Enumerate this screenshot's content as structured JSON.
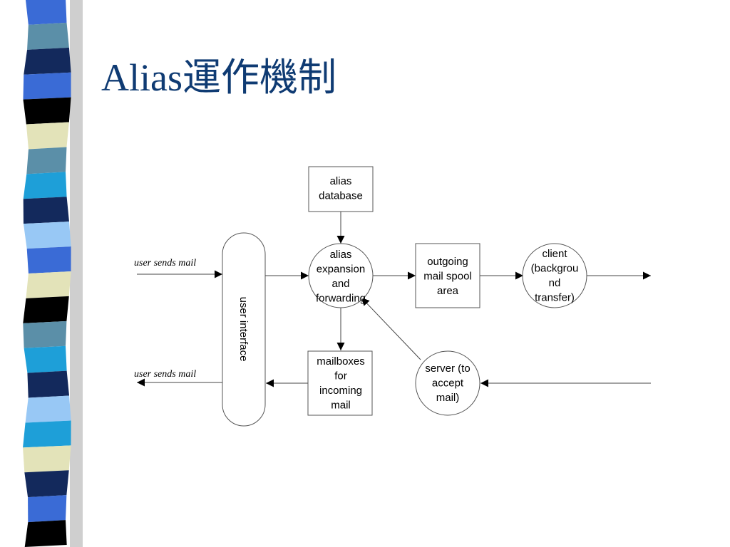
{
  "slide": {
    "title": "Alias運作機制"
  },
  "sidebar": {
    "stripe_colors": [
      "#3a6bd6",
      "#5b8fa8",
      "#13295c",
      "#3a6bd6",
      "#000000",
      "#e3e3b9",
      "#5b8fa8",
      "#1e9fd8",
      "#13295c",
      "#98c8f5",
      "#3a6bd6",
      "#e3e3b9",
      "#000000",
      "#5b8fa8",
      "#1e9fd8",
      "#13295c",
      "#98c8f5",
      "#1e9fd8",
      "#e3e3b9",
      "#13295c",
      "#3a6bd6",
      "#000000"
    ],
    "shadow_color": "#a8a8a8"
  },
  "diagram": {
    "nodes": {
      "alias_database": "alias\ndatabase",
      "alias_expansion": "alias\nexpansion\nand\nforwarding",
      "outgoing_spool": "outgoing\nmail spool\narea",
      "client": "client\n(backgrou\nnd\ntransfer)",
      "user_interface": "user interface",
      "mailboxes": "mailboxes\nfor\nincoming\nmail",
      "server": "server (to\naccept\nmail)"
    },
    "labels": {
      "user_sends_mail_top": "user sends mail",
      "user_sends_mail_bottom": "user sends mail"
    }
  }
}
